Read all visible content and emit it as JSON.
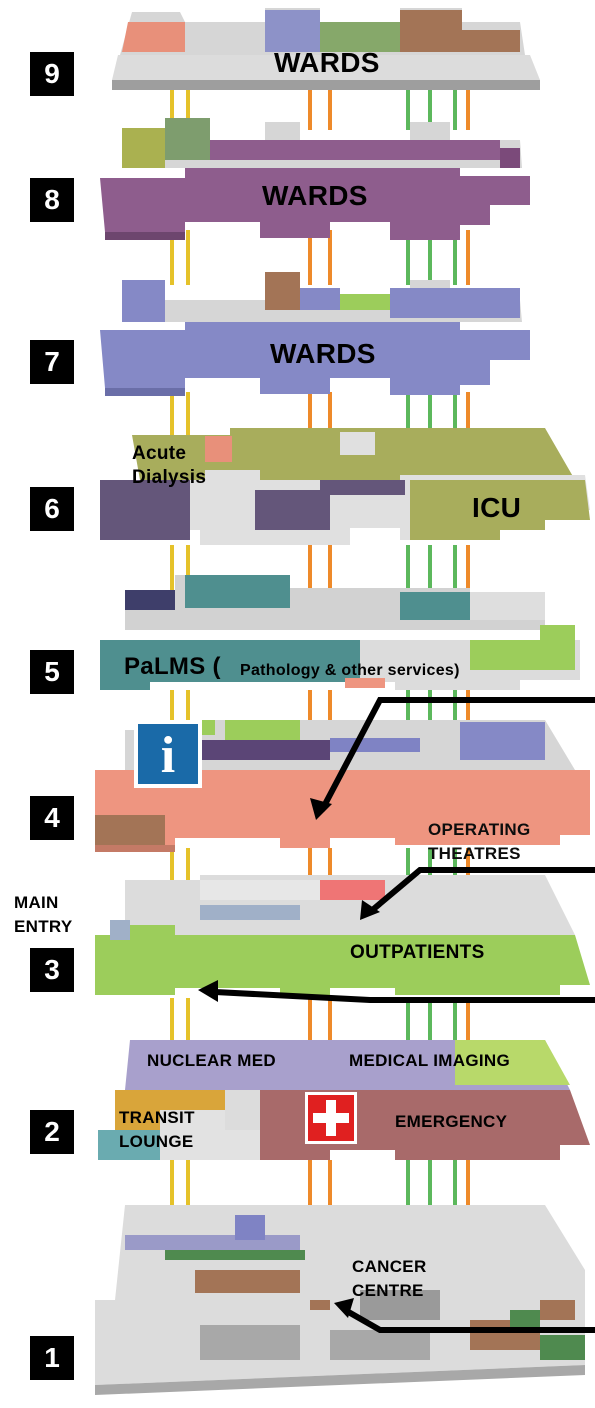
{
  "floors": [
    {
      "number": "9",
      "labels": [
        "WARDS"
      ]
    },
    {
      "number": "8",
      "labels": [
        "WARDS"
      ]
    },
    {
      "number": "7",
      "labels": [
        "WARDS"
      ]
    },
    {
      "number": "6",
      "labels": [
        "Acute",
        "Dialysis",
        "ICU"
      ]
    },
    {
      "number": "5",
      "labels": [
        "PaLMS (",
        "Pathology & other services)"
      ]
    },
    {
      "number": "4",
      "labels": [
        "OPERATING",
        "THEATRES"
      ]
    },
    {
      "number": "3",
      "labels": [
        "MAIN",
        "ENTRY",
        "OUTPATIENTS"
      ]
    },
    {
      "number": "2",
      "labels": [
        "NUCLEAR MED",
        "MEDICAL IMAGING",
        "TRANSIT",
        "LOUNGE",
        "EMERGENCY"
      ]
    },
    {
      "number": "1",
      "labels": [
        "CANCER",
        "CENTRE"
      ]
    }
  ],
  "icons": {
    "info": "i",
    "info_color": "#1a6aa8",
    "emergency_color": "#e02020"
  },
  "colors": {
    "lift_yellow": "#e5c22a",
    "lift_orange": "#ee8a2a",
    "lift_green": "#5cb85c",
    "wards_purple": "#8e5d8d",
    "wards_blue": "#7f83c4",
    "icu_olive": "#a8ad5c",
    "palms_teal": "#4f8f8f",
    "theatres_salmon": "#ee9580",
    "outpatients_green": "#9ccd5b",
    "emergency_brown": "#a86a6a",
    "floor_grey": "#d8d8d8"
  }
}
